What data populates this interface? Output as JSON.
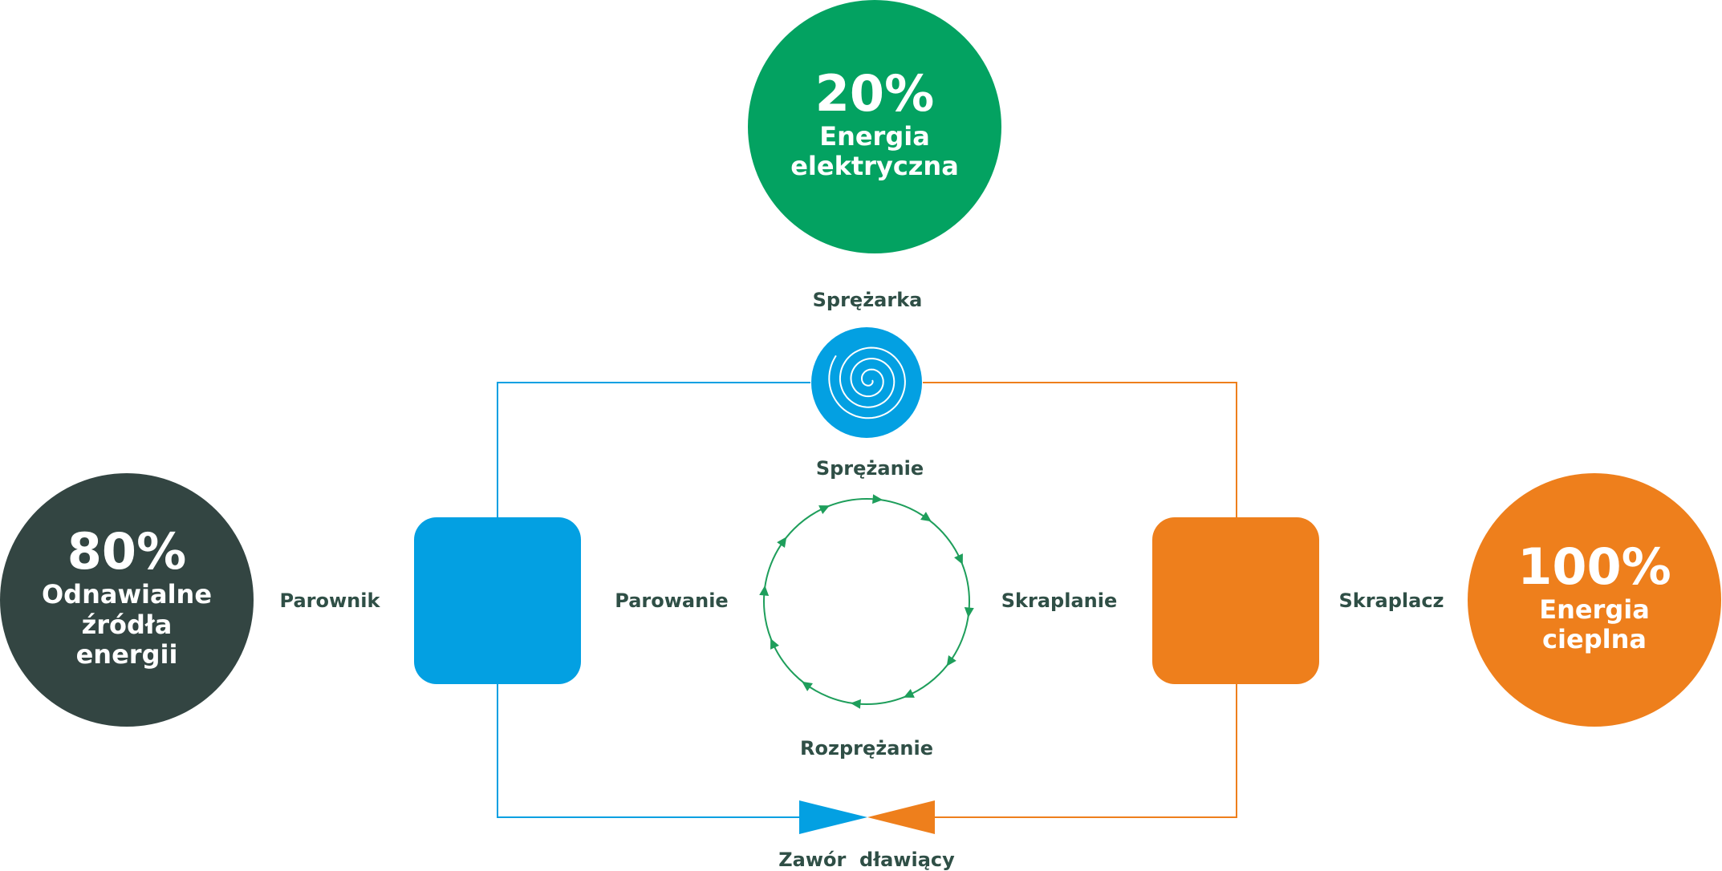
{
  "colors": {
    "green": "#03a261",
    "blue": "#03a0e2",
    "orange": "#ee7f1c",
    "dark": "#334542",
    "label": "#2f4f46",
    "arrow": "#1e9e5b"
  },
  "electric": {
    "percent": "20%",
    "line1": "Energia",
    "line2": "elektryczna"
  },
  "renewable": {
    "percent": "80%",
    "line1": "Odnawialne",
    "line2": "źródła",
    "line3": "energii"
  },
  "thermal": {
    "percent": "100%",
    "line1": "Energia",
    "line2": "cieplna"
  },
  "labels": {
    "compressor": "Sprężarka",
    "compression": "Sprężanie",
    "evaporator": "Parownik",
    "evaporation": "Parowanie",
    "condensation": "Skraplanie",
    "condenser": "Skraplacz",
    "expansion": "Rozprężanie",
    "valve": "Zawór  dławiący"
  },
  "icons": {
    "compressor": "spiral-icon",
    "valve": "bowtie-valve-icon",
    "cycle": "circular-arrows-icon"
  }
}
